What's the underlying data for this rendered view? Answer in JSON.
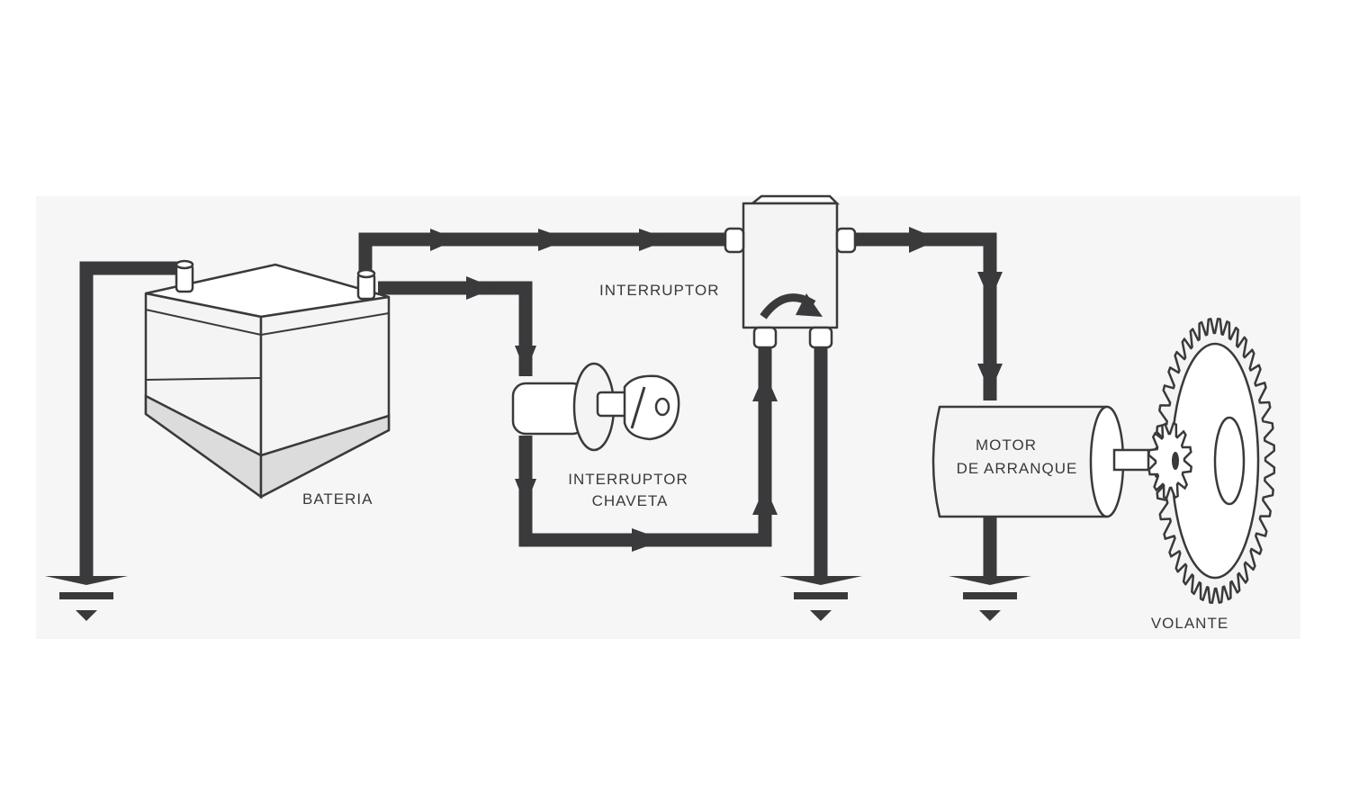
{
  "labels": {
    "battery": "BATERIA",
    "solenoid": "INTERRUPTOR",
    "key_switch_line1": "INTERRUPTOR",
    "key_switch_line2": "CHAVETA",
    "motor_line1": "MOTOR",
    "motor_line2": "DE ARRANQUE",
    "flywheel": "VOLANTE"
  },
  "colors": {
    "wire": "#3a3a3c",
    "background": "#f6f6f6"
  },
  "icons": [
    "battery-icon",
    "solenoid-switch-icon",
    "ignition-key-icon",
    "starter-motor-icon",
    "flywheel-gear-icon",
    "ground-icon"
  ]
}
